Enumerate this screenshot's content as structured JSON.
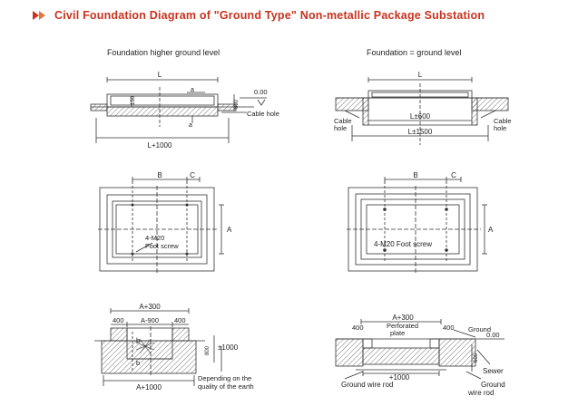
{
  "title": "Civil Foundation Diagram of \"Ground Type\" Non-metallic Package Substation",
  "accent_color": "#c8321e",
  "icon": "double-chevron-right-icon",
  "panel_left_title": "Foundation higher ground level",
  "panel_right_title": "Foundation = ground level",
  "labels": {
    "L": "L",
    "a": "a",
    "dim_150": "150",
    "dim_800": "800",
    "zero": "0.00",
    "cable_hole": "Cable hole",
    "l_plus_1000": "L+1000",
    "cable_hole_left_1": "Cable",
    "cable_hole_left_2": "hole",
    "cable_hole_right_1": "Cable",
    "cable_hole_right_2": "hole",
    "l_pm_600": "L±600",
    "l_pm_1500": "L±1500",
    "B": "B",
    "C": "C",
    "A": "A",
    "m20_1": "4-M20",
    "foot_screw": "Foot screw",
    "m20_full": "4-M20 Foot screw",
    "a_plus_300": "A+300",
    "d400": "400",
    "a_minus_900": "A-900",
    "b": "b",
    "plus_1000": "±1000",
    "depending_1": "Depending on the",
    "depending_2": "quality of the earth",
    "a_plus_1000": "A+1000",
    "perforated_1": "Perforated",
    "perforated_2": "plate",
    "ground": "Ground",
    "plus1000": "+1000",
    "d600": "600",
    "sewer": "Sewer",
    "ground_wire_rod": "Ground wire rod",
    "ground_wire_rod_2": "wire rod"
  }
}
